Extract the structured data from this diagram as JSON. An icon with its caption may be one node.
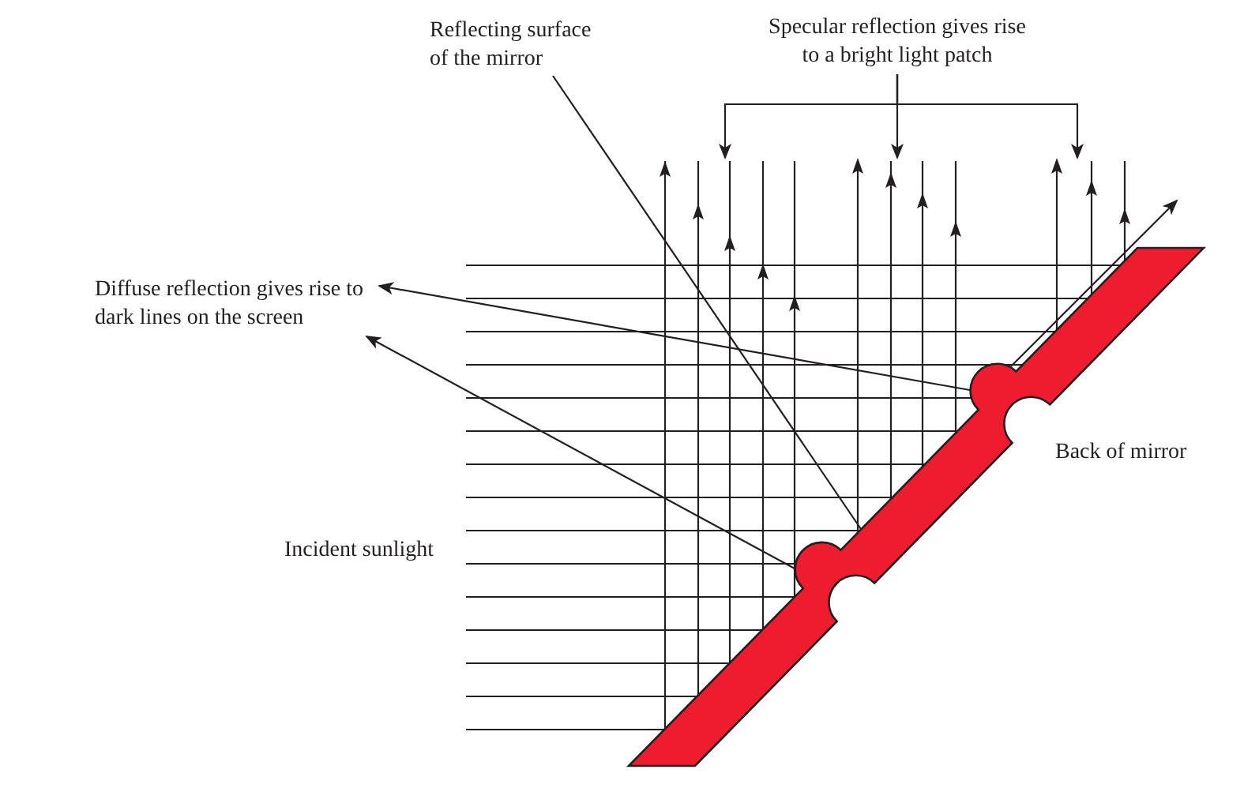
{
  "diagram": {
    "nodes": [
      {
        "text": [
          "Reflecting surface of the mirror"
        ]
      },
      {
        "text": [
          "Specular reflection gives rise to a bright light patch"
        ]
      },
      {
        "text": [
          "Diffuse reflection gives rise to dark lines on the screen"
        ]
      },
      {
        "text": [],
        "shape": "bar"
      }
    ],
    "edges": [
      {
        "from": 0,
        "to": 3,
        "arrow": "none"
      },
      {
        "from": 1,
        "to": null,
        "arrow": "to"
      },
      {
        "from": 1,
        "to": null,
        "arrow": "to"
      },
      {
        "from": 1,
        "to": null,
        "arrow": "to"
      },
      {
        "from": 3,
        "to": 2,
        "arrow": "to"
      },
      {
        "from": 3,
        "to": 2,
        "arrow": "to"
      }
    ],
    "labels": [
      "Back of mirror",
      "Incident sunlight"
    ]
  }
}
